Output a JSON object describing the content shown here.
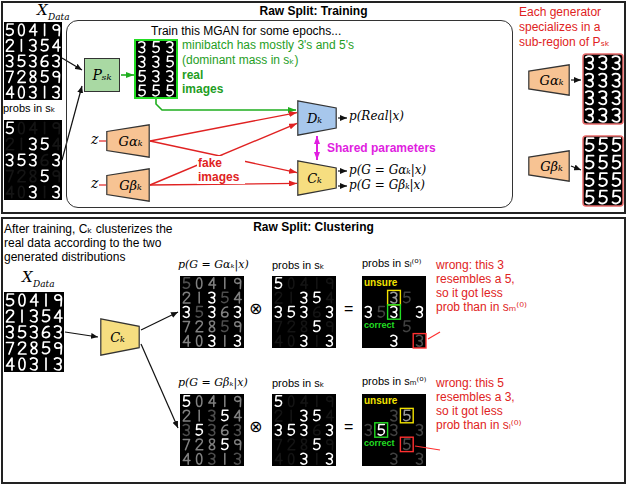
{
  "diagram": {
    "nodes": [
      {
        "text": [
          "Raw Split: Training"
        ]
      },
      {
        "text": [
          "Train this MGAN for some epochs..."
        ],
        "in": 0
      },
      {
        "text": [
          "Pₛₖ"
        ],
        "in": 1
      },
      {
        "text": [
          "Dₖ"
        ],
        "in": 1
      },
      {
        "text": [
          "Gαₖ"
        ],
        "in": 1
      },
      {
        "text": [
          "Gβₖ"
        ],
        "in": 1
      },
      {
        "text": [
          "Cₖ"
        ],
        "in": 1
      },
      {
        "text": [
          "Gαₖ"
        ],
        "in": 0
      },
      {
        "text": [
          "Gβₖ"
        ],
        "in": 0
      },
      {
        "text": [
          "Raw Split: Clustering"
        ]
      },
      {
        "text": [
          "Cₖ"
        ],
        "in": 9
      }
    ],
    "edges": [
      {
        "from": 4,
        "to": 3,
        "arrow": "to"
      },
      {
        "from": 4,
        "to": 6,
        "arrow": "to"
      },
      {
        "from": 5,
        "to": 3,
        "arrow": "to"
      },
      {
        "from": 5,
        "to": 6,
        "arrow": "to"
      },
      {
        "from": 3,
        "to": 6,
        "label": "Shared parameters",
        "arrow": "both"
      }
    ],
    "labels": [
      "X",
      "Data",
      "probs in sₖ",
      "minibatch has mostly 3's and 5's (dominant mass in sₖ)",
      "real images",
      "z",
      "z",
      "fake images",
      "p(Real|x)",
      "p(G = Gαₖ|x)",
      "p(G = Gβₖ|x)",
      "Each generator specializes in a sub-region of Pₛₖ",
      "After training, Cₖ clusterizes the real data according to the two generated distributions",
      "X",
      "Data",
      "p(G = Gαₖ|x)",
      "probs in sₖ",
      "probs in sₗ⁽⁰⁾",
      "⊗",
      "=",
      "unsure",
      "correct",
      "wrong: this 3 resembles a 5, so it got less prob than in sₘ⁽⁰⁾",
      "p(G = Gβₖ|x)",
      "probs in sₖ",
      "probs in sₘ⁽⁰⁾",
      "⊗",
      "=",
      "unsure",
      "correct",
      "wrong: this 5 resembles a 3, so it got less prob than in sₗ⁽⁰⁾"
    ]
  }
}
